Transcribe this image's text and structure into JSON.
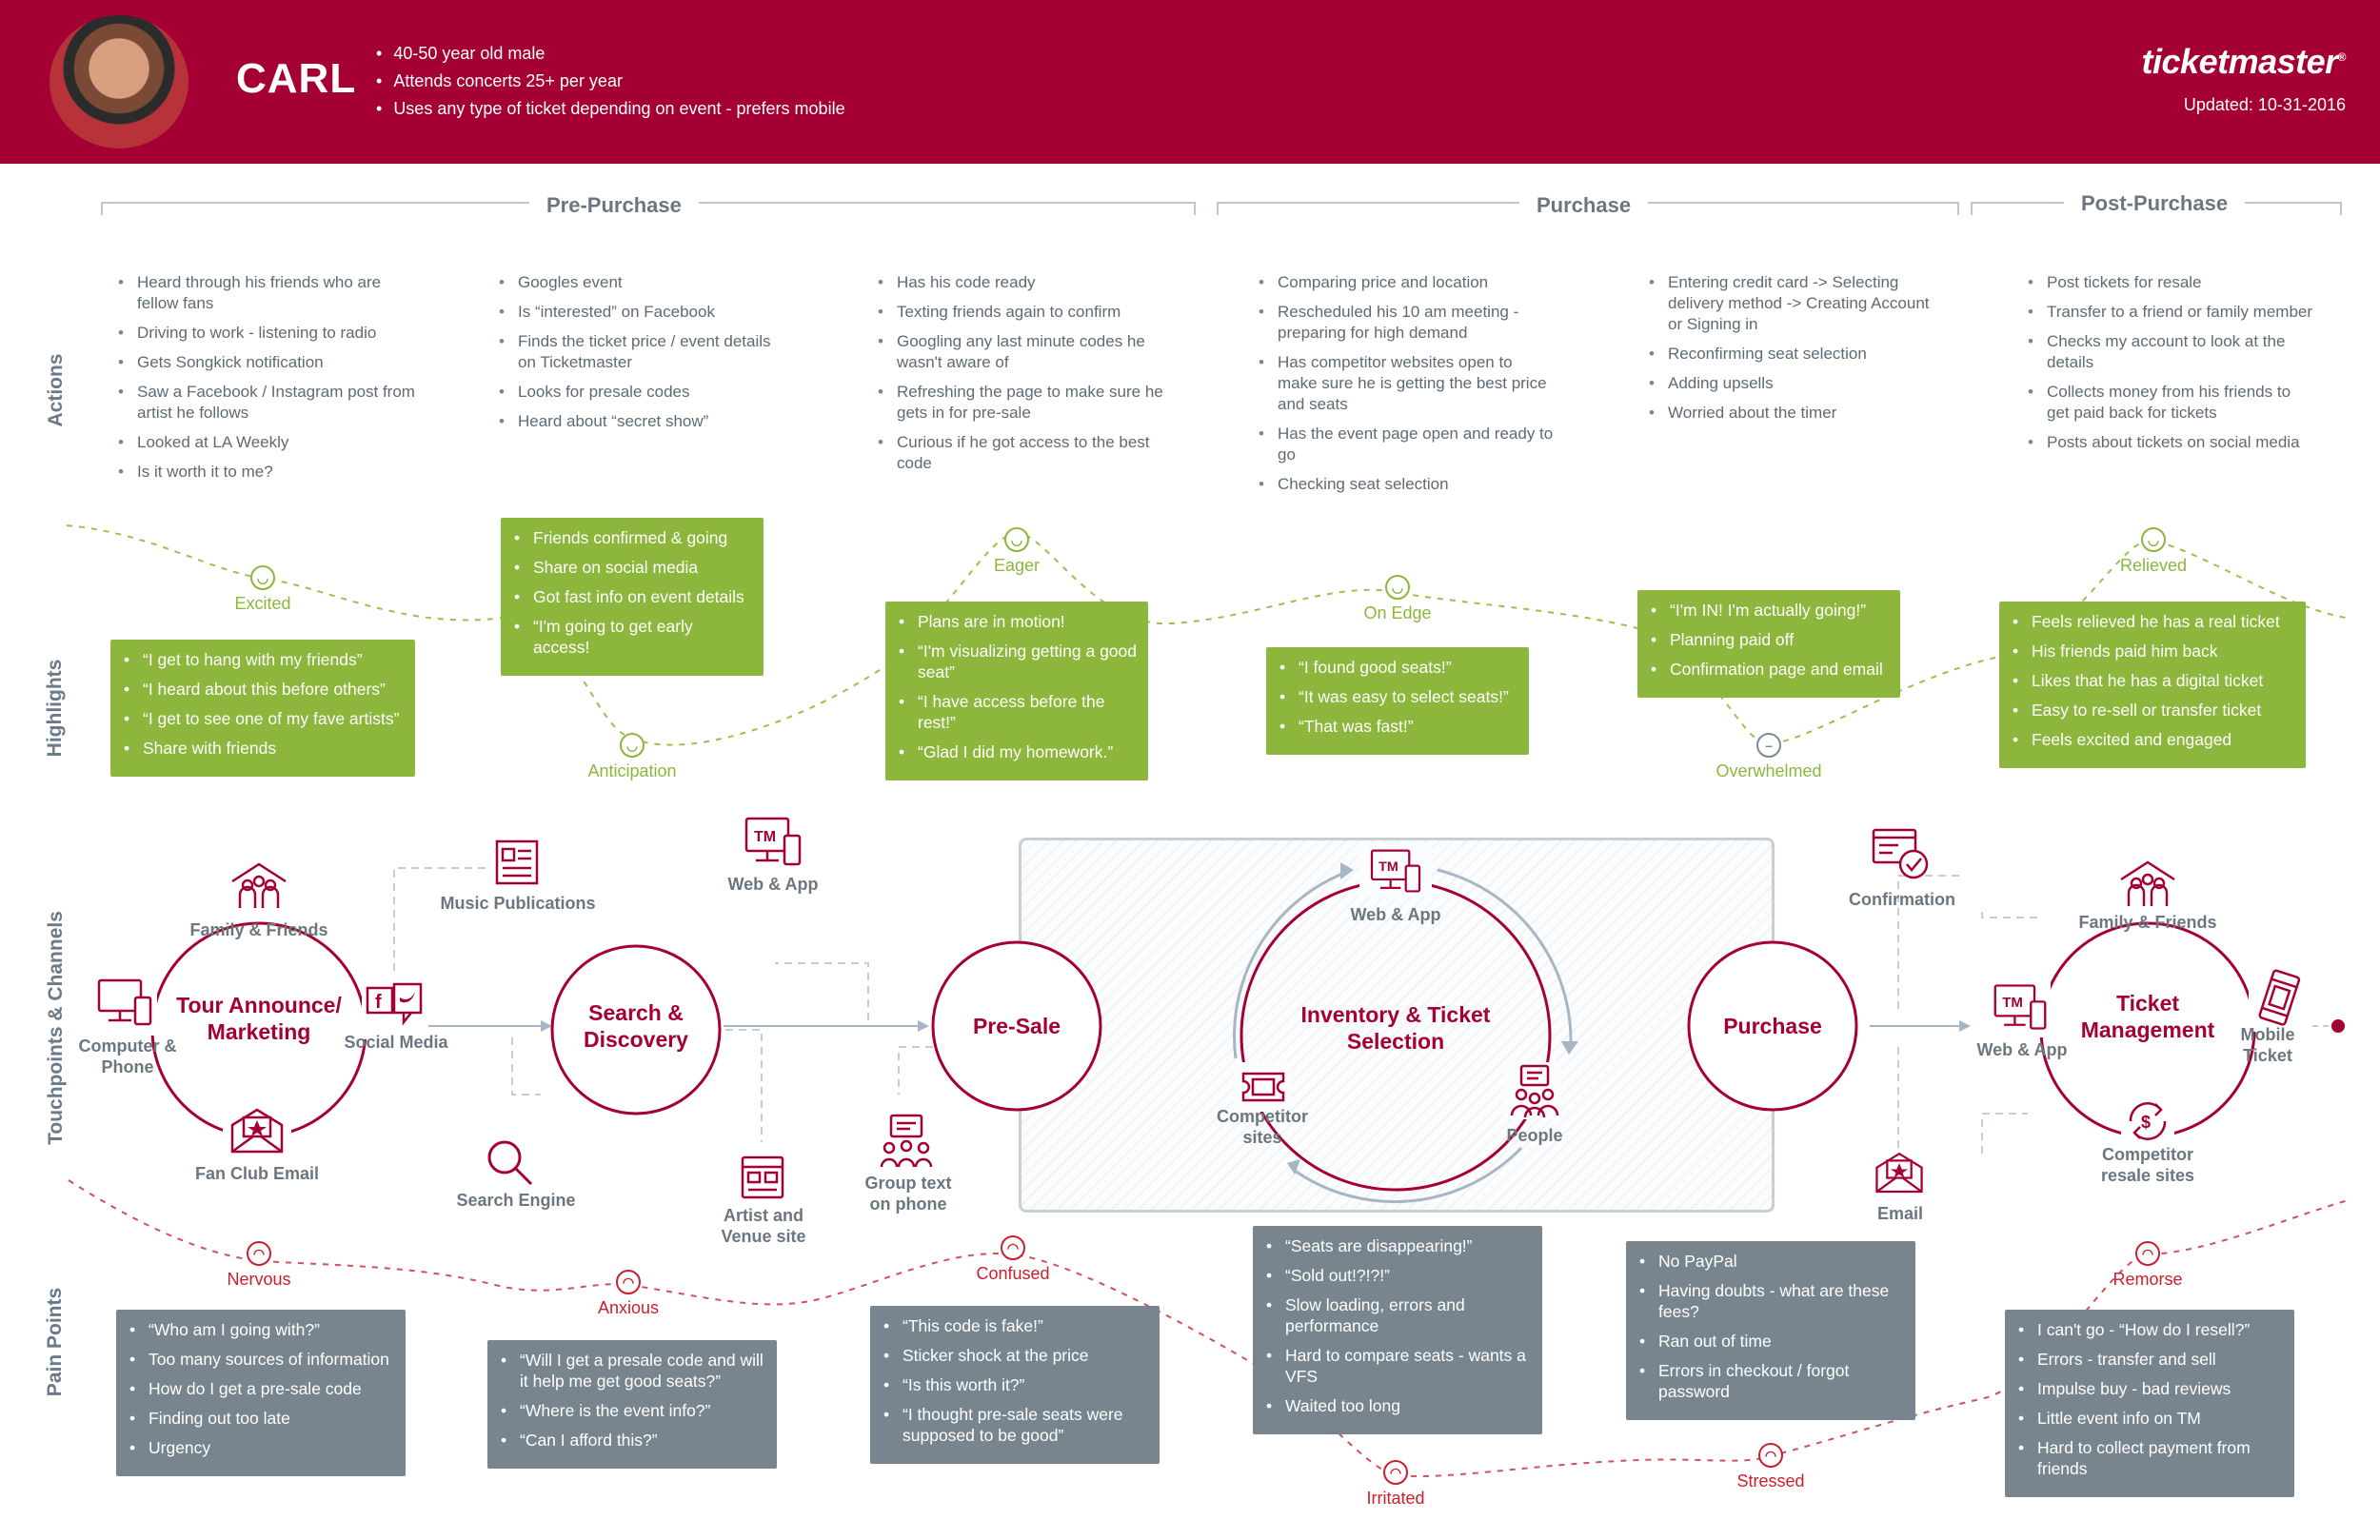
{
  "header": {
    "persona_name": "CARL",
    "facts": [
      "40-50 year old male",
      "Attends concerts 25+ per year",
      "Uses any type of ticket depending on event - prefers mobile"
    ],
    "brand": "ticketmaster",
    "brand_mark": "®",
    "updated": "Updated: 10-31-2016"
  },
  "phases": {
    "pre_purchase": "Pre-Purchase",
    "purchase": "Purchase",
    "post_purchase": "Post-Purchase"
  },
  "rows": {
    "actions": "Actions",
    "highlights": "Highlights",
    "touchpoints": "Touchpoints & Channels",
    "pain_points": "Pain Points"
  },
  "actions": [
    [
      "Heard through his friends who are fellow fans",
      "Driving to work - listening to radio",
      "Gets Songkick notification",
      "Saw a Facebook / Instagram post from artist he follows",
      "Looked at LA Weekly",
      "Is it worth it to me?"
    ],
    [
      "Googles event",
      "Is “interested” on Facebook",
      "Finds the ticket price / event details on Ticketmaster",
      "Looks for presale codes",
      "Heard about “secret show”"
    ],
    [
      "Has his code ready",
      "Texting friends again to confirm",
      "Googling any last minute codes he wasn't aware of",
      "Refreshing the page to make sure he gets in for pre-sale",
      "Curious if he got access to the best code"
    ],
    [
      "Comparing price and location",
      "Rescheduled his 10 am meeting - preparing for high demand",
      "Has competitor websites open to make sure he is getting the best price and seats",
      "Has the event page open and ready to go",
      "Checking seat selection"
    ],
    [
      "Entering credit card -> Selecting delivery method -> Creating Account or Signing in",
      "Reconfirming seat selection",
      "Adding upsells",
      "Worried about the timer"
    ],
    [
      "Post tickets for resale",
      "Transfer to a friend or family member",
      "Checks my account to look at the details",
      "Collects money from his friends to get paid back for tickets",
      "Posts about tickets on social media"
    ]
  ],
  "highlights": [
    {
      "emotion": "Excited",
      "items": [
        "“I get to hang with my friends”",
        "“I heard about this before others”",
        "“I get to see one of my fave artists”",
        "Share with friends"
      ]
    },
    {
      "emotion": "Anticipation",
      "items": [
        "Friends confirmed & going",
        "Share on social media",
        "Got fast info on event details",
        "“I'm going to get early access!"
      ]
    },
    {
      "emotion": "Eager",
      "items": [
        "Plans are in motion!",
        "“I'm visualizing getting a good seat”",
        "“I have access before the rest!”",
        "“Glad I did my homework.”"
      ]
    },
    {
      "emotion": "On Edge",
      "items": [
        "“I found good seats!”",
        "“It was easy to select seats!”",
        "“That was fast!”"
      ]
    },
    {
      "emotion": "Overwhelmed",
      "items": [
        "“I'm IN! I'm actually going!”",
        "Planning paid off",
        "Confirmation page and email"
      ]
    },
    {
      "emotion": "Relieved",
      "items": [
        "Feels relieved he has a real ticket",
        "His friends paid him back",
        "Likes that he has a digital ticket",
        "Easy to re-sell or transfer ticket",
        "Feels excited and engaged"
      ]
    }
  ],
  "touchpoints": {
    "stages": {
      "tour": "Tour Announce/ Marketing",
      "search": "Search & Discovery",
      "presale": "Pre-Sale",
      "inventory": "Inventory & Ticket Selection",
      "purchase": "Purchase",
      "ticket": "Ticket Management"
    },
    "channels": {
      "family1": "Family & Friends",
      "computer": "Computer & Phone",
      "social": "Social Media",
      "fanclub": "Fan Club Email",
      "music_pub": "Music Publications",
      "search_engine": "Search Engine",
      "web_app1": "Web & App",
      "artist_venue": "Artist and Venue site",
      "group_text": "Group text on phone",
      "web_app2": "Web & App",
      "competitor_sites": "Competitor sites",
      "people": "People",
      "confirmation": "Confirmation",
      "email": "Email",
      "family2": "Family & Friends",
      "web_app3": "Web & App",
      "mobile_ticket": "Mobile Ticket",
      "resale": "Competitor resale sites"
    },
    "icon_text": {
      "tm": "TM",
      "facebook": "f"
    }
  },
  "pain_points": [
    {
      "emotion": "Nervous",
      "items": [
        "“Who am I going with?”",
        "Too many sources of information",
        "How do I get a pre-sale code",
        "Finding out too late",
        "Urgency"
      ]
    },
    {
      "emotion": "Anxious",
      "items": [
        "“Will I get a presale code and will it help me get good seats?”",
        "“Where is the event info?”",
        "“Can I afford this?”"
      ]
    },
    {
      "emotion": "Confused",
      "items": [
        "“This code is fake!”",
        "Sticker shock at the price",
        "“Is this worth it?”",
        "“I thought pre-sale seats were supposed to be good”"
      ]
    },
    {
      "emotion": "Irritated",
      "items": [
        "“Seats are disappearing!”",
        "“Sold out!?!?!”",
        "Slow loading, errors and performance",
        "Hard to compare seats - wants a VFS",
        "Waited too long"
      ]
    },
    {
      "emotion": "Stressed",
      "items": [
        "No PayPal",
        "Having doubts - what are these fees?",
        "Ran out of time",
        "Errors in checkout / forgot password"
      ]
    },
    {
      "emotion": "Remorse",
      "items": [
        "I can't go - “How do I resell?”",
        "Errors - transfer and sell",
        "Impulse buy - bad reviews",
        "Little event info on TM",
        "Hard to collect payment from friends"
      ]
    }
  ],
  "colors": {
    "brand": "#a50034",
    "highlight": "#8cb63c",
    "pain": "#78858f",
    "pain_accent": "#c8202f"
  }
}
